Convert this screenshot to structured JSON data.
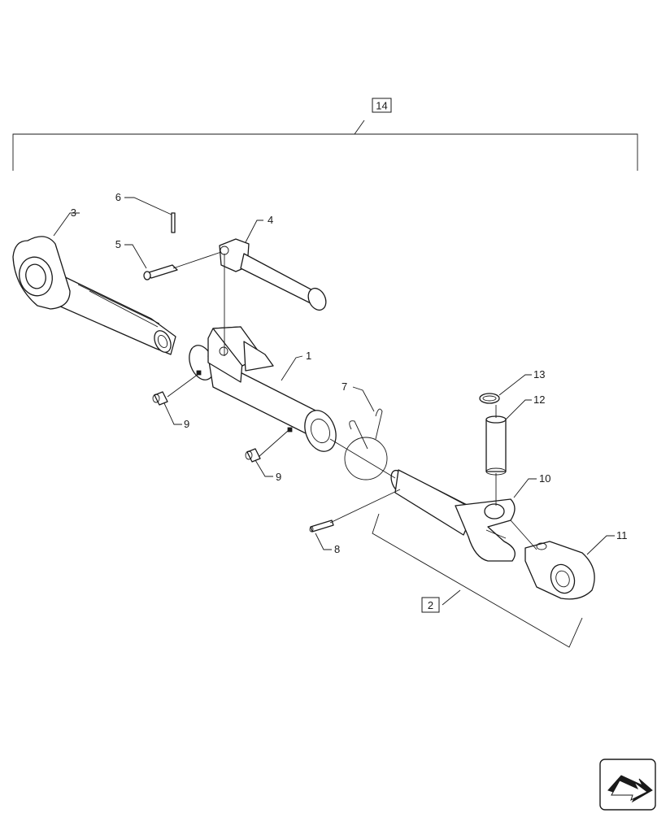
{
  "callouts": {
    "c1": "1",
    "c2": "2",
    "c3": "3",
    "c4": "4",
    "c5": "5",
    "c6": "6",
    "c7": "7",
    "c8": "8",
    "c9a": "9",
    "c9b": "9",
    "c10": "10",
    "c11": "11",
    "c12": "12",
    "c13": "13",
    "c14": "14"
  },
  "nav_icon": "next-page-arrow-icon"
}
